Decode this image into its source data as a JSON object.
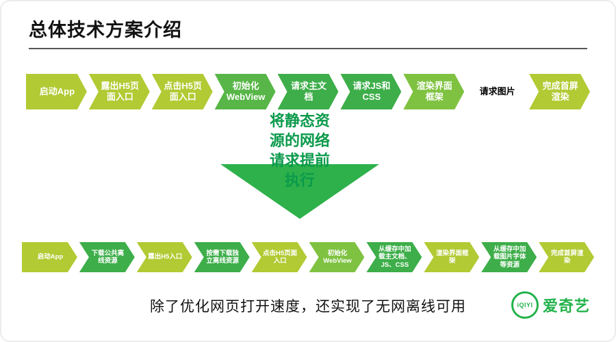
{
  "page": {
    "title": "总体技术方案介绍",
    "footer_text": "除了优化网页打开速度，还实现了无网离线可用"
  },
  "colors": {
    "yellow_green": "#b2ca33",
    "green": "#3dae49",
    "medium_green": "#57b647",
    "light_green": "#7fc241",
    "white": "#ffffff",
    "arrow_fill": "#2eb14b",
    "arrow_text": "#0a9a4b",
    "rule_gray": "#555555",
    "brand_green": "#23b24b"
  },
  "top_flow": {
    "steps": [
      {
        "label": "启动App",
        "color": "#b2ca33",
        "text_color": "#ffffff"
      },
      {
        "label": "露出H5页面入口",
        "color": "#b2ca33",
        "text_color": "#ffffff"
      },
      {
        "label": "点击H5页面入口",
        "color": "#b2ca33",
        "text_color": "#ffffff"
      },
      {
        "label": "初始化WebView",
        "color": "#57b647",
        "text_color": "#ffffff"
      },
      {
        "label": "请求主文档",
        "color": "#3dae49",
        "text_color": "#ffffff"
      },
      {
        "label": "请求JS和CSS",
        "color": "#3dae49",
        "text_color": "#ffffff"
      },
      {
        "label": "渲染界面框架",
        "color": "#7fc241",
        "text_color": "#ffffff"
      },
      {
        "label": "请求图片",
        "color": "#ffffff",
        "text_color": "#000000"
      },
      {
        "label": "完成首屏渲染",
        "color": "#b2ca33",
        "text_color": "#ffffff"
      }
    ]
  },
  "middle_arrow": {
    "text": "将静态资\n源的网络\n请求提前\n执行"
  },
  "bottom_flow": {
    "steps": [
      {
        "label": "启动App",
        "color": "#b2ca33",
        "text_color": "#ffffff"
      },
      {
        "label": "下载公共离线资源",
        "color": "#3dae49",
        "text_color": "#ffffff"
      },
      {
        "label": "露出H5入口",
        "color": "#b2ca33",
        "text_color": "#ffffff"
      },
      {
        "label": "按需下载独立离线资源",
        "color": "#3dae49",
        "text_color": "#ffffff"
      },
      {
        "label": "点击H5页面入口",
        "color": "#b2ca33",
        "text_color": "#ffffff"
      },
      {
        "label": "初始化WebView",
        "color": "#7fc241",
        "text_color": "#ffffff"
      },
      {
        "label": "从缓存中加载主文档、JS、CSS",
        "color": "#3dae49",
        "text_color": "#ffffff"
      },
      {
        "label": "渲染界面框架",
        "color": "#b2ca33",
        "text_color": "#ffffff"
      },
      {
        "label": "从缓存中加载图片字体等资源",
        "color": "#3dae49",
        "text_color": "#ffffff"
      },
      {
        "label": "完成首屏渲染",
        "color": "#b2ca33",
        "text_color": "#ffffff"
      }
    ]
  },
  "logo": {
    "mark": "iQIYI",
    "name": "爱奇艺"
  }
}
